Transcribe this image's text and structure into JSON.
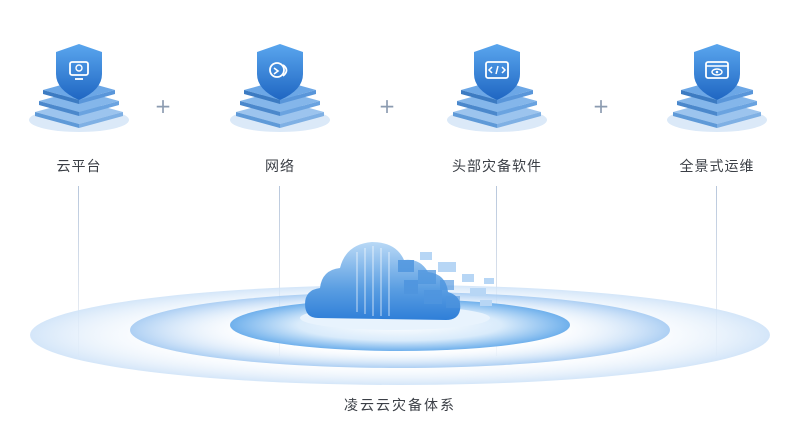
{
  "components": [
    {
      "label": "云平台",
      "icon": "cloud-monitor-icon"
    },
    {
      "label": "网络",
      "icon": "network-icon"
    },
    {
      "label": "头部灾备软件",
      "icon": "code-window-icon"
    },
    {
      "label": "全景式运维",
      "icon": "browser-eye-icon"
    }
  ],
  "operator": "+",
  "system_title": "凌云云灾备体系",
  "colors": {
    "primary": "#2f7fd8",
    "light": "#cfe3f8",
    "text": "#3b3f46"
  }
}
